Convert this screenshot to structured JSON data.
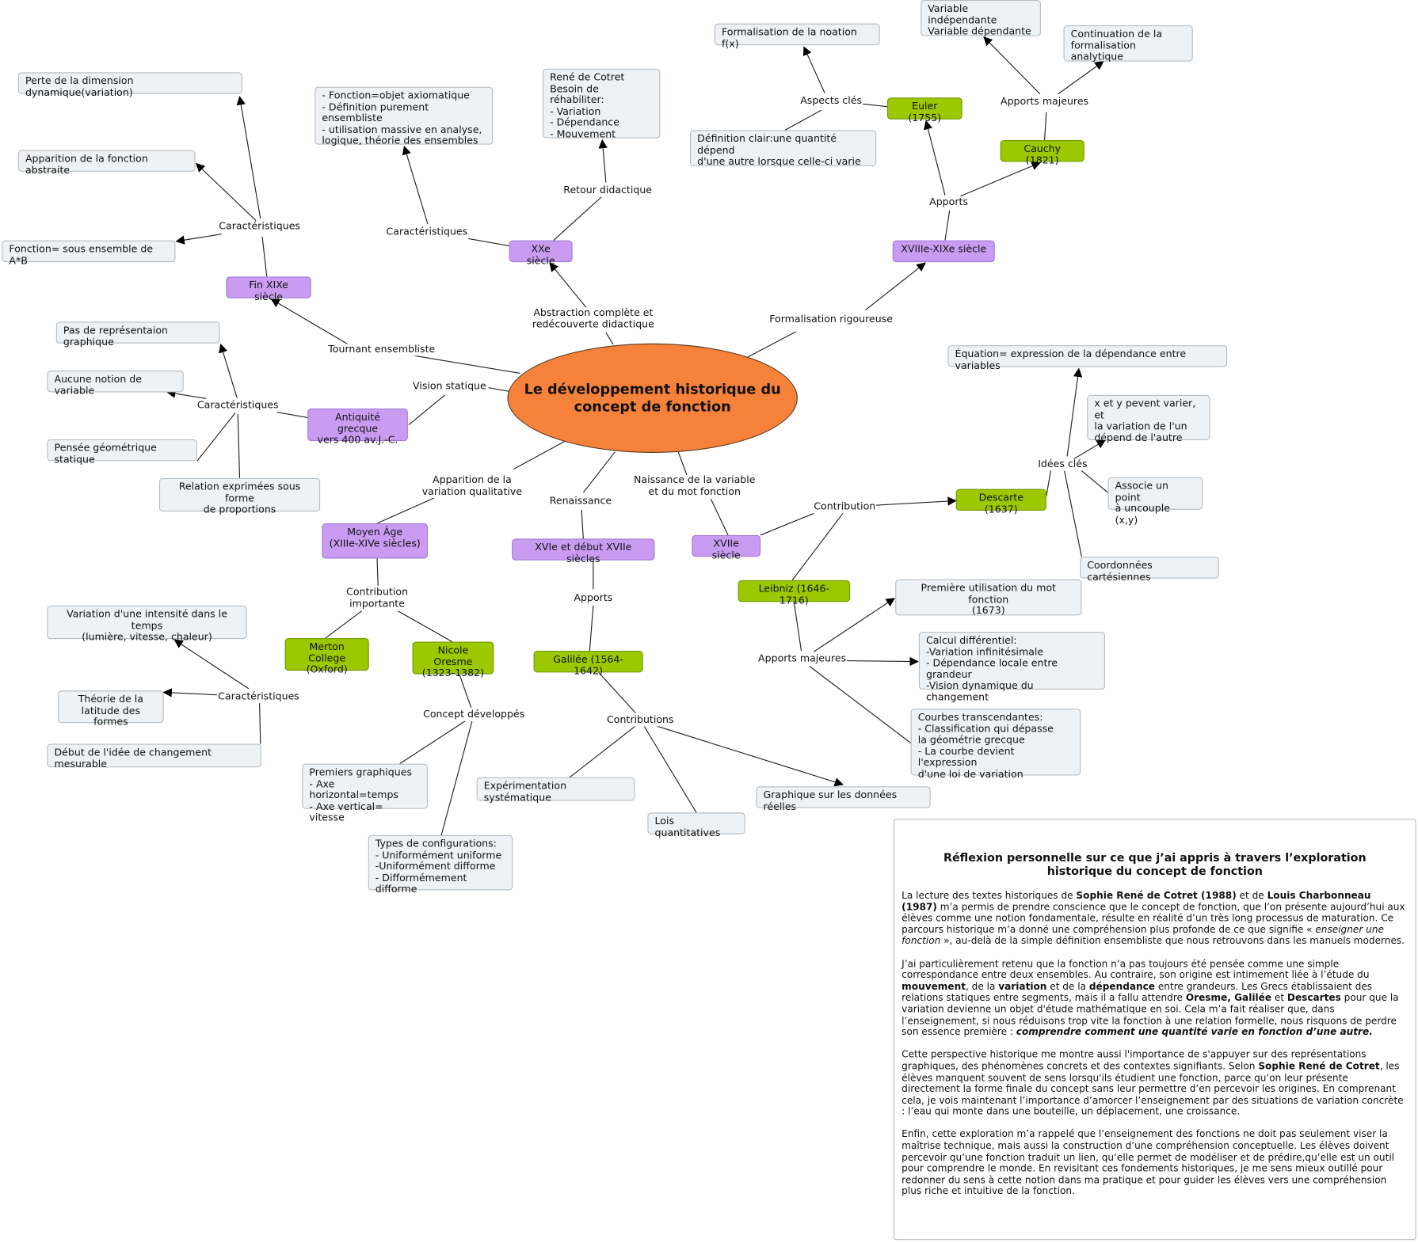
{
  "center": {
    "title": "Le développement historique du\nconcept de fonction"
  },
  "periods": {
    "fin19": "Fin XIXe siècle",
    "xx": "XXe siècle",
    "xviii_xix": "XVIIIe-XIXe siècle",
    "antiquite": "Antiquité grecque\nvers 400 av.J.-C.",
    "moyen_age": "Moyen Âge\n(XIIIe-XIVe siècles)",
    "xvi": "XVIe et début XVIIe siècles",
    "xvii": "XVIIe siècle"
  },
  "people": {
    "euler": "Euler (1755)",
    "cauchy": "Cauchy (1821)",
    "descarte": "Descarte (1637)",
    "leibniz": "Leibniz (1646-1716)",
    "merton": "Merton College\n(Oxford)",
    "oresme": "Nicole Oresme\n(1323-1382)",
    "galilee": "Galilée (1564-1642)"
  },
  "boxes": {
    "perte": "Perte de la dimension dynamique(variation)",
    "abstraite": "Apparition de la fonction abstraite",
    "sous_ensemble": "Fonction= sous ensemble de A*B",
    "axiomatique": "- Fonction=objet axiomatique\n- Définition purement ensembliste\n- utilisation massive en analyse,\nlogique, théorie des ensembles",
    "cotret": "René de Cotret\nBesoin de réhabiliter:\n- Variation\n- Dépendance\n- Mouvement",
    "formalisation_fx": "Formalisation de la noation f(x)",
    "definition_clair": "Définition clair:une quantité dépend\nd'une autre lorsque celle-ci varie",
    "variables": "Variable indépendante\nVariable dépendante",
    "continuation": "Continuation de la\nformalisation analytique",
    "pas_graphique": "Pas de représentaion graphique",
    "aucune_variable": "Aucune notion de variable",
    "pensee_statique": "Pensée géométrique statique",
    "proportions": "Relation exprimées sous forme\nde proportions",
    "equation": "Équation= expression de la dépendance entre variables",
    "xy_varier": "x et y pevent varier, et\nla variation de l'un\ndépend de l'autre",
    "associe_point": "Associe un point\nà uncouple (x,y)",
    "coordonnees": "Coordonnées cartésiennes",
    "premiere_utilisation": "Première utilisation du mot fonction\n(1673)",
    "calcul_diff": "Calcul différentiel:\n-Variation infinitésimale\n- Dépendance locale entre grandeur\n-Vision dynamique du changement",
    "courbes": "Courbes transcendantes:\n- Classification qui dépasse\nla géométrie grecque\n- La courbe devient l'expression\nd'une loi de variation",
    "intensite": "Variation d'une intensité dans le temps\n(lumière, vitesse, chaleur)",
    "latitude": "Théorie de la\nlatitude des formes",
    "mesurable": "Début de l'idée de changement mesurable",
    "premiers_graphiques": "Premiers graphiques\n- Axe horizontal=temps\n- Axe vertical= vitesse",
    "configurations": "Types de configurations:\n- Uniformément uniforme\n-Uniformément difforme\n- Difformémement difforme",
    "experimentation": "Expérimentation systématique",
    "lois": "Lois quantitatives",
    "graphique_donnees": "Graphique sur les données réelles"
  },
  "labels": {
    "carac_fin19": "Caractéristiques",
    "carac_xx": "Caractéristiques",
    "retour": "Retour didactique",
    "aspects": "Aspects clés",
    "apports_majeures_cauchy": "Apports majeures",
    "apports_xviii": "Apports",
    "formalisation": "Formalisation rigoureuse",
    "abstraction": "Abstraction complète et\nredécouverte didactique",
    "tournant": "Tournant ensembliste",
    "vision": "Vision statique",
    "carac_antiquite": "Caractéristiques",
    "idees": "Idées clés",
    "contribution": "Contribution",
    "naissance": "Naissance de la variable\net du mot fonction",
    "renaissance": "Renaissance",
    "apparition": "Apparition de la\nvariation qualitative",
    "contribution_importante": "Contribution\nimportante",
    "apports_xvi": "Apports",
    "apports_majeures_leibniz": "Apports majeures",
    "carac_merton": "Caractéristiques",
    "concept": "Concept développés",
    "contributions": "Contributions"
  },
  "reflection": {
    "title": "Réflexion personnelle sur ce que j’ai appris à travers l’exploration\nhistorique du concept de fonction",
    "paragraphs": [
      [
        {
          "t": "La lecture des textes historiques de "
        },
        {
          "t": "Sophie René de Cotret (1988)",
          "b": true
        },
        {
          "t": " et de "
        },
        {
          "t": "Louis Charbonneau (1987)",
          "b": true
        },
        {
          "t": " m’a permis de prendre conscience que le concept de fonction, que l’on présente aujourd’hui aux élèves comme une notion fondamentale, résulte en réalité d’un très long processus de maturation. Ce parcours historique m’a donné une compréhension plus profonde de ce que signifie « "
        },
        {
          "t": "enseigner une fonction",
          "i": true
        },
        {
          "t": "  », au-delà de la simple définition ensembliste que nous retrouvons dans les manuels modernes."
        }
      ],
      [
        {
          "t": "J’ai particulièrement retenu que la fonction n’a pas toujours été pensée comme une simple correspondance entre deux ensembles. Au contraire, son origine est intimement liée à l’étude du "
        },
        {
          "t": "mouvement",
          "b": true
        },
        {
          "t": ", de la "
        },
        {
          "t": "variation",
          "b": true
        },
        {
          "t": " et de la "
        },
        {
          "t": "dépendance",
          "b": true
        },
        {
          "t": " entre grandeurs. Les Grecs établissaient des relations statiques entre segments, mais il a fallu attendre "
        },
        {
          "t": "Oresme, Galilée",
          "b": true
        },
        {
          "t": " et "
        },
        {
          "t": "Descartes",
          "b": true
        },
        {
          "t": " pour que la variation devienne un objet d'étude mathématique en soi. Cela m’a fait réaliser que, dans l’enseignement, si nous réduisons trop vite la fonction à une relation formelle, nous risquons de perdre son essence première : "
        },
        {
          "t": "comprendre comment une quantité varie en fonction d’une autre.",
          "b": true,
          "i": true
        }
      ],
      [
        {
          "t": "Cette perspective historique me montre aussi l'importance de s'appuyer sur des représentations graphiques, des phénomènes concrets et des contextes signifiants. Selon "
        },
        {
          "t": "Sophie René de Cotret",
          "b": true
        },
        {
          "t": ", les élèves manquent souvent de sens lorsqu'ils étudient une fonction, parce qu’on leur présente directement la forme finale du concept sans leur permettre d’en percevoir les origines. En comprenant cela, je vois maintenant l’importance d’amorcer l’enseignement par des situations de variation concrète : l’eau qui monte dans une bouteille, un déplacement, une croissance."
        }
      ],
      [
        {
          "t": "Enfin, cette exploration m’a rappelé que l’enseignement des fonctions ne doit pas seulement viser la maîtrise technique, mais aussi la construction d’une compréhension conceptuelle. Les élèves doivent percevoir qu’une fonction traduit un lien, qu’elle permet de modéliser et de prédire,qu’elle est un outil pour comprendre le monde. En revisitant ces fondements historiques, je me sens mieux outillé pour redonner du sens à cette notion dans ma pratique et pour guider les élèves vers une compréhension plus riche et intuitive de la fonction."
        }
      ]
    ]
  },
  "colors": {
    "center": "#f5813a",
    "period": "#c99cf2",
    "person": "#9cc800",
    "box": "#eef2f4"
  }
}
